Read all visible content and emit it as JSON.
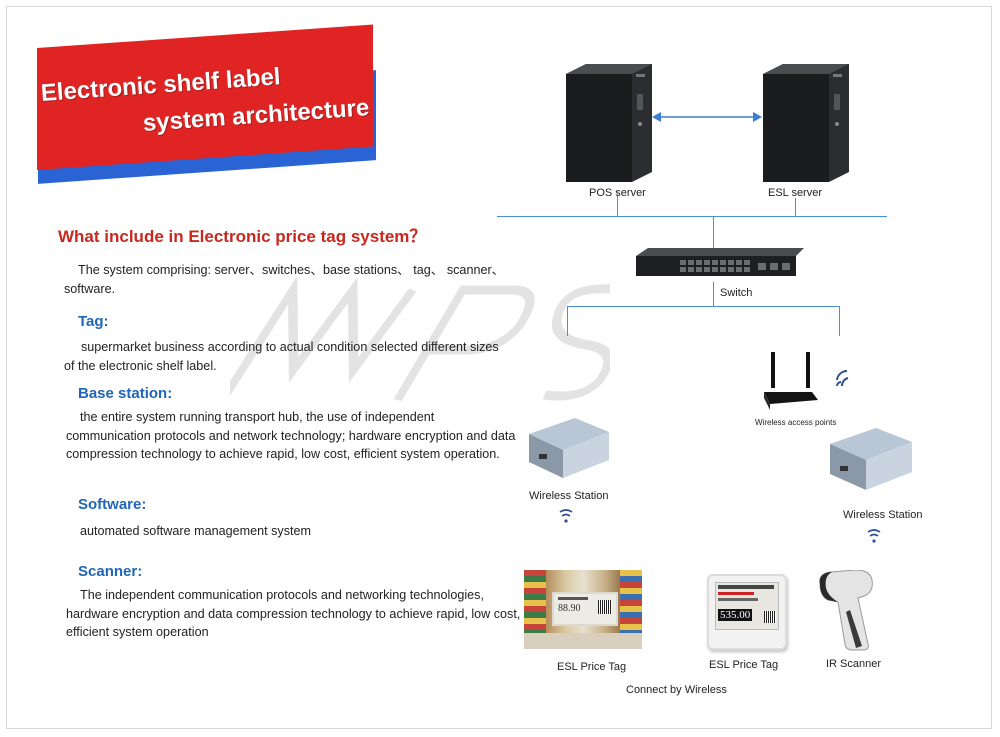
{
  "banner": {
    "line1": "Electronic shelf label",
    "line2": "system architecture"
  },
  "content": {
    "heading": "What include in Electronic price tag system？",
    "intro": "The system comprising: server、switches、base stations、 tag、 scanner、software.",
    "sections": [
      {
        "title": "Tag:",
        "text": "supermarket business according to actual condition selected different sizes of the electronic shelf label."
      },
      {
        "title": "Base station:",
        "text": "the entire system running transport hub, the use of independent communication protocols and network technology; hardware encryption and data compression technology to achieve rapid, low cost, efficient system operation."
      },
      {
        "title": "Software:",
        "text": "automated software management system"
      },
      {
        "title": "Scanner:",
        "text": "The independent communication protocols and networking technologies, hardware encryption and data compression technology to achieve rapid, low cost, efficient system operation"
      }
    ]
  },
  "diagram": {
    "pos_server": "POS server",
    "esl_server": "ESL server",
    "switch": "Switch",
    "wireless_ap": "Wireless access points",
    "wireless_station_left": "Wireless Station",
    "wireless_station_right": "Wireless Station",
    "esl_price_tag_1": "ESL Price Tag",
    "esl_price_tag_2": "ESL Price Tag",
    "ir_scanner": "IR Scanner",
    "connect": "Connect by Wireless",
    "tag_price_1": "88.90",
    "tag_price_2": "535.00"
  },
  "colors": {
    "banner_red": "#e02424",
    "banner_blue": "#2a63d4",
    "heading_red": "#c8281e",
    "subheading_blue": "#1f66b8",
    "line_blue": "#4a8fd6"
  }
}
